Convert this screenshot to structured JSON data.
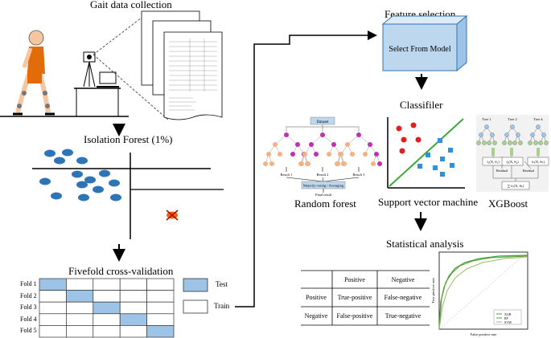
{
  "colors": {
    "fold_blue": "#9dc3e6",
    "cluster_blue": "#2e75b6",
    "box_blue": "#bdd7ee",
    "node_pink": "#f4b183",
    "node_magenta": "#c030b0",
    "svm_red": "#e02020",
    "svm_blue": "#2e90e0",
    "svm_line": "#3aa83a",
    "xgb_green": "#a9d18e",
    "xgb_node": "#9dc3e6"
  },
  "headings": {
    "gait": "Gait data collection",
    "isolation": "Isolation Forest (1%)",
    "fivefold": "Fivefold cross-validation",
    "feature_selection": "Feature selection",
    "classifier": "Classifiler",
    "random_forest": "Random forest",
    "svm": "Support vector machine",
    "xgboost": "XGBoost",
    "statistical": "Statistical analysis"
  },
  "feature_box": {
    "label": "Select From Model"
  },
  "folds": {
    "rows": [
      {
        "label": "Fold 1",
        "test_col": 0
      },
      {
        "label": "Fold 2",
        "test_col": 1
      },
      {
        "label": "Fold 3",
        "test_col": 2
      },
      {
        "label": "Fold 4",
        "test_col": 3
      },
      {
        "label": "Fold 5",
        "test_col": 4
      }
    ],
    "legend_test": "Test",
    "legend_train": "Train"
  },
  "random_forest": {
    "dataset": "Dataset",
    "results": [
      "Result 1",
      "Result 2",
      "Result 3"
    ],
    "voting": "Majority voting / Averaging",
    "final": "Final result"
  },
  "xgboost": {
    "trees": [
      "Tree 1",
      "Tree 2",
      "Tree k"
    ],
    "funcs": [
      "f₁(X, θ₁)",
      "f₂(X, θ₂)",
      "fₖ(X, θₖ)"
    ],
    "residuals": [
      "Residual",
      "Residual"
    ],
    "sum": "∑ fₖ(X, θₖ)"
  },
  "confusion": {
    "col_headers": [
      "Positive",
      "Negative"
    ],
    "row_headers": [
      "Positive",
      "Negative"
    ],
    "cells": [
      [
        "True-positive",
        "False-negative"
      ],
      [
        "False-positive",
        "True-negative"
      ]
    ]
  },
  "roc": {
    "xlabel": "False positive rate",
    "ylabel": "True positive rate",
    "legend": [
      "XGB",
      "RF",
      "SVM"
    ]
  }
}
